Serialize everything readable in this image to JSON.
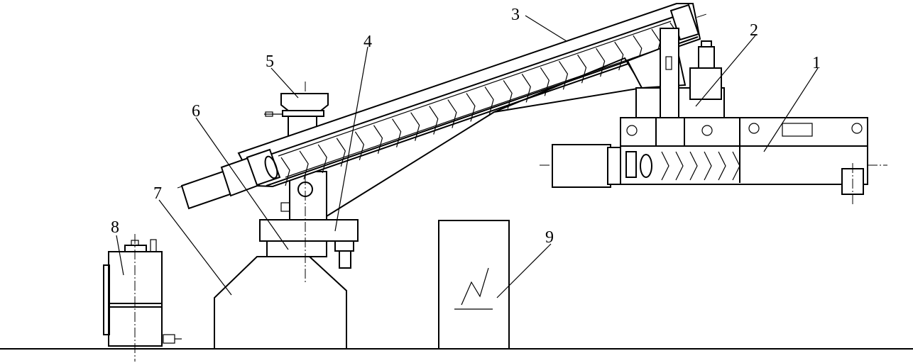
{
  "callouts": [
    "1",
    "2",
    "3",
    "4",
    "5",
    "6",
    "7",
    "8",
    "9"
  ],
  "cabinet_symbol": "lightning-zigzag",
  "line_color": "#000000",
  "background": "#ffffff"
}
